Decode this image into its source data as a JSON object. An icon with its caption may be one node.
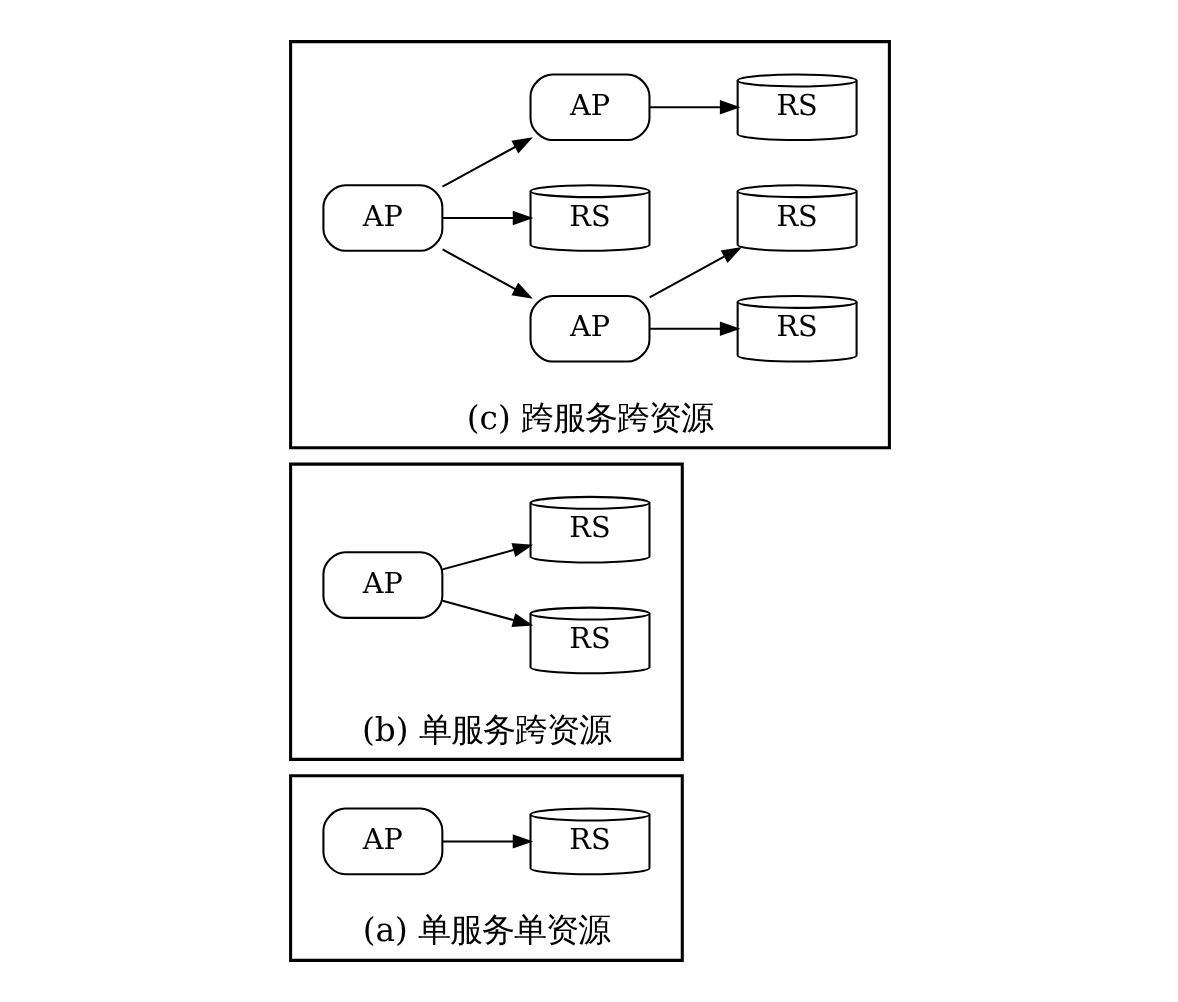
{
  "diagram": {
    "nodes": [
      {
        "text": [
          "(a) 单服务单资源"
        ]
      },
      {
        "text": [
          "AP"
        ],
        "in": 0
      },
      {
        "text": [
          "RS"
        ],
        "in": 0
      },
      {
        "text": [
          "(b) 单服务跨资源"
        ]
      },
      {
        "text": [
          "AP"
        ],
        "in": 3
      },
      {
        "text": [
          "RS"
        ],
        "in": 3
      },
      {
        "text": [
          "RS"
        ],
        "in": 3
      },
      {
        "text": [
          "(c) 跨服务跨资源"
        ]
      },
      {
        "text": [
          "AP"
        ],
        "in": 7
      },
      {
        "text": [
          "AP"
        ],
        "in": 7
      },
      {
        "text": [
          "RS"
        ],
        "in": 7
      },
      {
        "text": [
          "RS"
        ],
        "in": 7
      },
      {
        "text": [
          "RS"
        ],
        "in": 7
      },
      {
        "text": [
          "AP"
        ],
        "in": 7
      },
      {
        "text": [
          "RS"
        ],
        "in": 7
      }
    ],
    "edges": [
      {
        "from": 1,
        "to": 2,
        "arrow": "to"
      },
      {
        "from": 4,
        "to": 5,
        "arrow": "to"
      },
      {
        "from": 4,
        "to": 6,
        "arrow": "to"
      },
      {
        "from": 8,
        "to": 9,
        "arrow": "to"
      },
      {
        "from": 8,
        "to": 12,
        "arrow": "to"
      },
      {
        "from": 8,
        "to": 13,
        "arrow": "to"
      },
      {
        "from": 9,
        "to": 10,
        "arrow": "to"
      },
      {
        "from": 9,
        "to": 11,
        "arrow": "to"
      },
      {
        "from": 13,
        "to": 14,
        "arrow": "to"
      }
    ]
  }
}
